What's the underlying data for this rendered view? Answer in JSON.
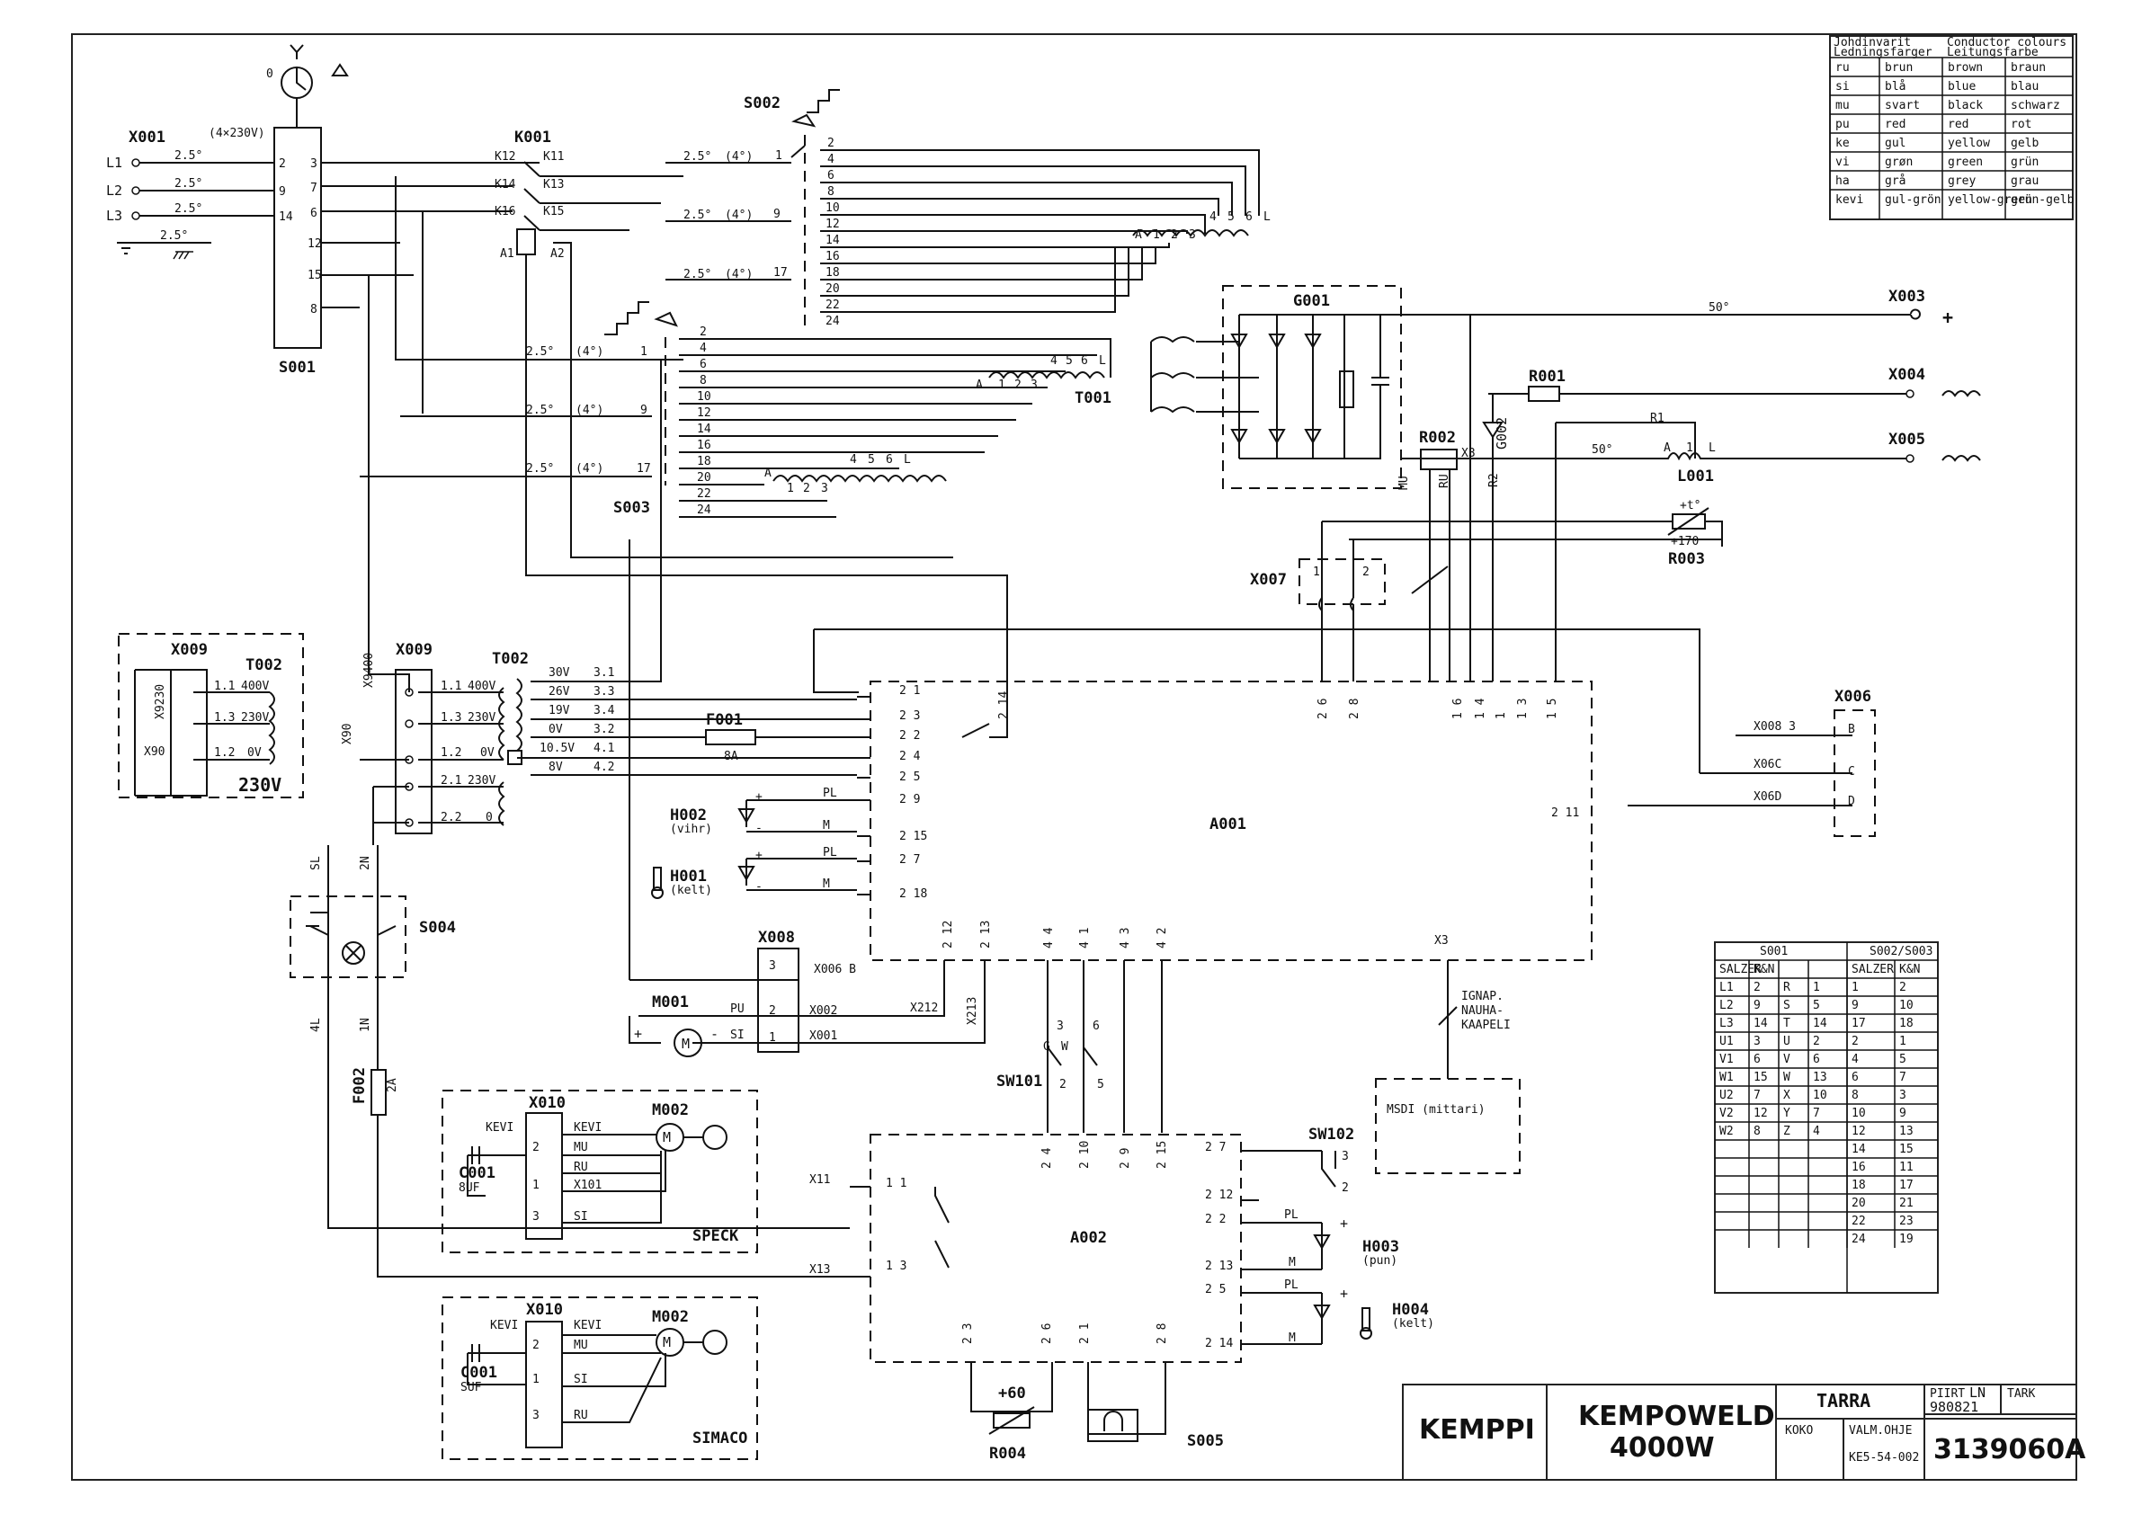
{
  "title_block": {
    "brand": "KEMPPI",
    "product_line1": "KEMPOWELD",
    "product_line2": "4000W",
    "tarra": "TARRA",
    "piirt_label": "PIIRT",
    "piirt_value": "LN",
    "tark_label": "TARK",
    "date": "980821",
    "koko_label": "KOKO",
    "valm_ohje_label": "VALM.OHJE",
    "valm_ohje_value": "KE5-54-002",
    "drawing_number": "3139060A"
  },
  "color_legend": {
    "header": [
      "Johdinvarit",
      "Ledningsfarger",
      "Conductor colours",
      "Leitungsfarbe"
    ],
    "rows": [
      [
        "ru",
        "brun",
        "brown",
        "braun"
      ],
      [
        "si",
        "blå",
        "blue",
        "blau"
      ],
      [
        "mu",
        "svart",
        "black",
        "schwarz"
      ],
      [
        "pu",
        "red",
        "red",
        "rot"
      ],
      [
        "ke",
        "gul",
        "yellow",
        "gelb"
      ],
      [
        "vi",
        "grøn",
        "green",
        "grün"
      ],
      [
        "ha",
        "grå",
        "grey",
        "grau"
      ],
      [
        "kevi",
        "gul-grön",
        "yellow-green",
        "grün-gelb"
      ]
    ]
  },
  "switch_table": {
    "group1": "S001",
    "group2": "S002/S003",
    "headers": [
      "SALZER",
      "K&N",
      "",
      "",
      "SALZER",
      "K&N"
    ],
    "rows": [
      [
        "L1",
        "2",
        "R",
        "1",
        "1",
        "2"
      ],
      [
        "L2",
        "9",
        "S",
        "5",
        "9",
        "10"
      ],
      [
        "L3",
        "14",
        "T",
        "14",
        "17",
        "18"
      ],
      [
        "U1",
        "3",
        "U",
        "2",
        "2",
        "1"
      ],
      [
        "V1",
        "6",
        "V",
        "6",
        "4",
        "5"
      ],
      [
        "W1",
        "15",
        "W",
        "13",
        "6",
        "7"
      ],
      [
        "U2",
        "7",
        "X",
        "10",
        "8",
        "3"
      ],
      [
        "V2",
        "12",
        "Y",
        "7",
        "10",
        "9"
      ],
      [
        "W2",
        "8",
        "Z",
        "4",
        "12",
        "13"
      ],
      [
        "",
        "",
        "",
        "",
        "14",
        "15"
      ],
      [
        "",
        "",
        "",
        "",
        "16",
        "11"
      ],
      [
        "",
        "",
        "",
        "",
        "18",
        "17"
      ],
      [
        "",
        "",
        "",
        "",
        "20",
        "21"
      ],
      [
        "",
        "",
        "",
        "",
        "22",
        "23"
      ],
      [
        "",
        "",
        "",
        "",
        "24",
        "19"
      ]
    ]
  },
  "components": {
    "x001": "X001",
    "k001": "K001",
    "s001": "S001",
    "s002": "S002",
    "s003": "S003",
    "t001": "T001",
    "g001": "G001",
    "x003": "X003",
    "x004": "X004",
    "x005": "X005",
    "r001": "R001",
    "g002": "G002",
    "r002": "R002",
    "l001": "L001",
    "r003": "R003",
    "x007": "X007",
    "x006": "X006",
    "x009a": "X009",
    "t002a": "T002",
    "x009b": "X009",
    "t002b": "T002",
    "f001": "F001",
    "h002": "H002",
    "h001": "H001",
    "a001": "A001",
    "s004": "S004",
    "x008": "X008",
    "m001": "M001",
    "sw101": "SW101",
    "f002": "F002",
    "x010a": "X010",
    "m002a": "M002",
    "c001a": "C001",
    "x010b": "X010",
    "m002b": "M002",
    "c001b": "C001",
    "a002": "A002",
    "sw102": "SW102",
    "h003": "H003",
    "h004": "H004",
    "r004": "R004",
    "s005": "S005"
  },
  "labels": {
    "speck": "SPECK",
    "simaco": "SIMACO",
    "v230": "230V",
    "plus": "+",
    "supply": "(4×230V)",
    "cable_25": "2.5°",
    "cable_4": "(4°)",
    "cable_50": "50°",
    "msdi": "MSDI (mittari)",
    "ignap1": "IGNAP.",
    "ignap2": "NAUHA-",
    "ignap3": "KAAPELI",
    "h002_sub": "(vihr)",
    "h001_sub": "(kelt)",
    "h003_sub": "(pun)",
    "h004_sub": "(kelt)",
    "f001_val": "8A",
    "f002_val": "2A",
    "r003_val": "+170",
    "r004_val": "+60",
    "x008_3": "X006 B",
    "x008_2": "X002",
    "x008_1": "X001",
    "x006_b": "X008 3",
    "x006_c": "X06C",
    "x006_d": "X06D",
    "x212": "X212",
    "x213": "X213",
    "x3": "X3",
    "x11": "X11",
    "x13": "X13",
    "x101": "X101",
    "x9400": "X9400",
    "x90": "X90",
    "x9230": "X9230",
    "sl": "SL",
    "zn": "2N",
    "4l": "4L",
    "1n": "1N",
    "buf": "8UF",
    "suf": "SUF",
    "r1": "R1",
    "a1": "A1",
    "a2": "A2"
  }
}
